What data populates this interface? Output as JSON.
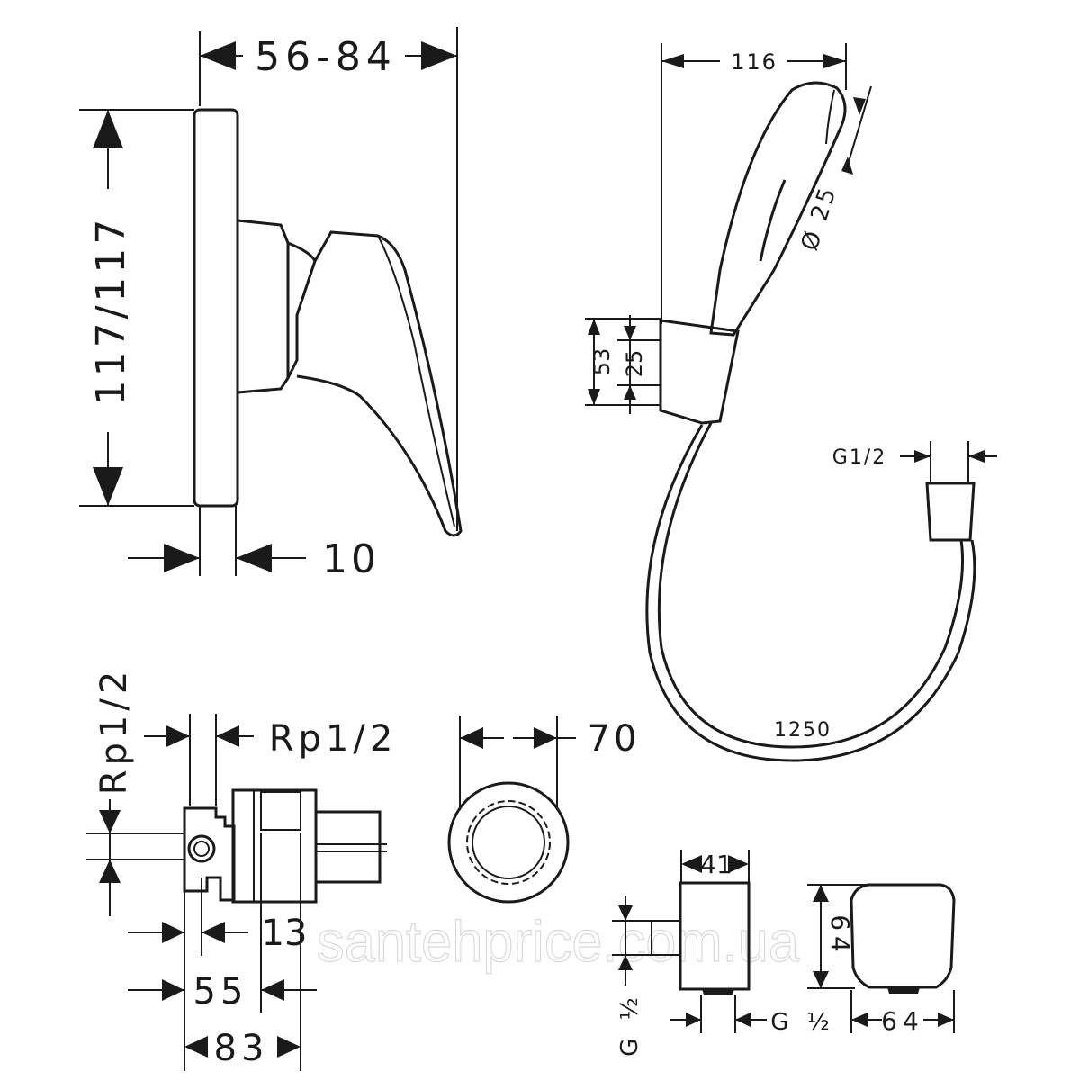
{
  "mixer_view": {
    "width_range": "56-84",
    "height": "117/117",
    "plate_depth": "10"
  },
  "hand_shower": {
    "length": "116",
    "head_diameter": "Ø 25",
    "holder_height": "53",
    "holder_inner": "25",
    "hose_thread": "G1/2",
    "hose_length": "1250"
  },
  "concealed_body": {
    "inlet_side": "Rp1/2",
    "outlet_top": "Rp1/2",
    "offset": "13",
    "min_depth": "55",
    "max_depth": "83",
    "diameter": "70"
  },
  "wall_outlet": {
    "depth": "41",
    "inlet_thread": "G ½",
    "outlet_thread": "G ½",
    "height": "64",
    "width": "64"
  },
  "watermark": "santehprice.com.ua"
}
